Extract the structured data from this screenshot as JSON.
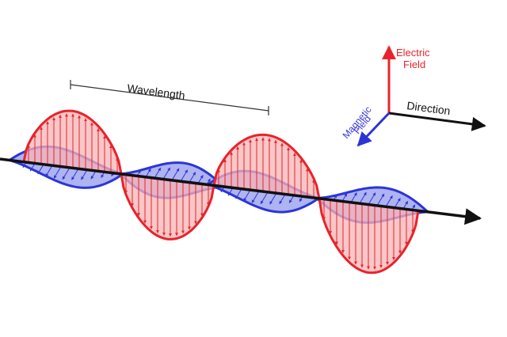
{
  "diagram": {
    "wavelength_label": "Wavelength",
    "axes": {
      "electric_label_line1": "Electric",
      "electric_label_line2": "Field",
      "magnetic_label_line1": "Magnetic",
      "magnetic_label_line2": "Field",
      "direction_label": "Direction"
    },
    "colors": {
      "electric_stroke": "#e8232b",
      "electric_fill": "#f7b4b6",
      "magnetic_stroke": "#2b35d6",
      "magnetic_fill": "#9aa0ee",
      "axis": "#111111",
      "magnetic_text": "#3a3ad0"
    }
  }
}
